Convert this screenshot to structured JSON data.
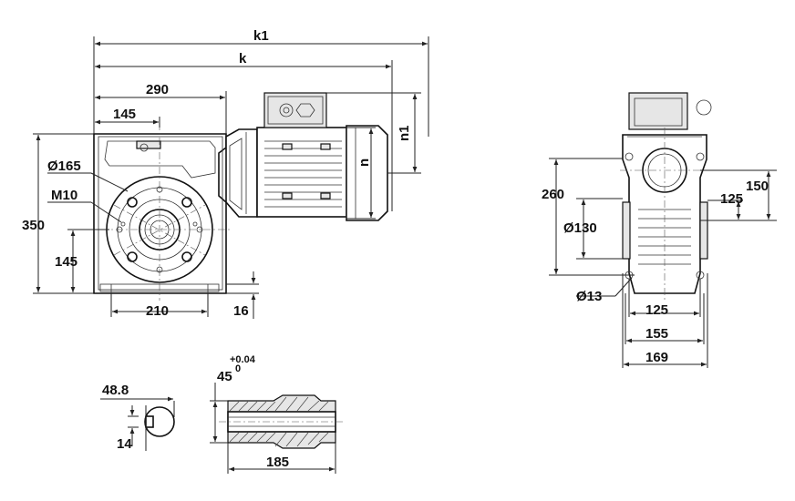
{
  "dimensions": {
    "k1": "k1",
    "k": "k",
    "d290": "290",
    "d145_top": "145",
    "d165": "Ø165",
    "m10": "M10",
    "d350": "350",
    "d145_left": "145",
    "d210": "210",
    "d16": "16",
    "n1": "n1",
    "n": "n",
    "d260": "260",
    "d150": "150",
    "d125_right": "125",
    "d130": "Ø130",
    "d13": "Ø13",
    "d125_bottom": "125",
    "d155": "155",
    "d169": "169",
    "d48_8": "48.8",
    "d14": "14",
    "tol_upper": "+0.04",
    "tol_lower": "0",
    "d45": "45",
    "d185": "185"
  }
}
